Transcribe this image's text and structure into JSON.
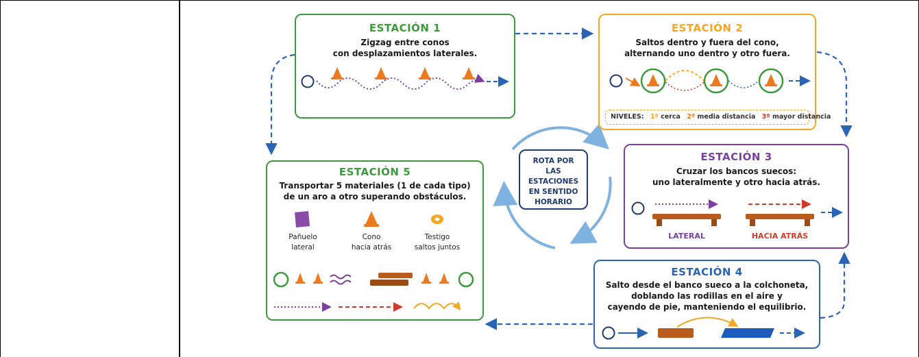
{
  "colors": {
    "green": "#3c9a3c",
    "orange": "#f5a623",
    "purple": "#7b3fa0",
    "blue": "#2a64b4",
    "navy": "#1f3a6e",
    "red": "#d23a2a",
    "cone": "#ee7a1e",
    "bench": "#b85c1e",
    "mat": "#1e5bbf"
  },
  "station1": {
    "title": "ESTACIÓN 1",
    "line1": "Zigzag entre conos",
    "line2": "con desplazamientos laterales."
  },
  "station2": {
    "title": "ESTACIÓN 2",
    "line1": "Saltos dentro y fuera del cono,",
    "line2": "alternando uno dentro y otro fuera.",
    "levels_label": "NIVELES:",
    "level1_num": "1º",
    "level1_text": "cerca",
    "level2_num": "2º",
    "level2_text": "media distancia",
    "level3_num": "3º",
    "level3_text": "mayor distancia"
  },
  "station3": {
    "title": "ESTACIÓN 3",
    "line1": "Cruzar los bancos suecos:",
    "line2": "uno lateralmente y otro hacia atrás.",
    "label_left": "LATERAL",
    "label_right": "HACIA ATRÁS"
  },
  "station4": {
    "title": "ESTACIÓN 4",
    "line1": "Salto desde el banco sueco a la colchoneta,",
    "line2": "doblando las rodillas en el aire y",
    "line3": "cayendo de pie, manteniendo el equilibrio."
  },
  "station5": {
    "title": "ESTACIÓN 5",
    "line1": "Transportar 5 materiales (1 de cada tipo)",
    "line2": "de un aro a otro superando obstáculos.",
    "items": [
      {
        "name": "Pañuelo",
        "detail": "lateral"
      },
      {
        "name": "Cono",
        "detail": "hacia atrás"
      },
      {
        "name": "Testigo",
        "detail": "saltos juntos"
      }
    ]
  },
  "center": {
    "line1": "ROTA POR",
    "line2": "LAS ESTACIONES",
    "line3": "EN SENTIDO",
    "line4": "HORARIO"
  }
}
